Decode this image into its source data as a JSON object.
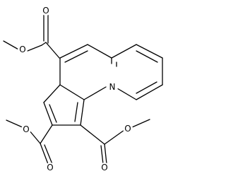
{
  "diagram": {
    "type": "chemical-structure",
    "atoms": {
      "O1": "O",
      "O2": "O",
      "O3": "O",
      "O4": "O",
      "O5": "O",
      "O6": "O",
      "N1": "N"
    },
    "colors": {
      "bond": "#000000",
      "text": "#000000",
      "background": "#ffffff"
    }
  }
}
